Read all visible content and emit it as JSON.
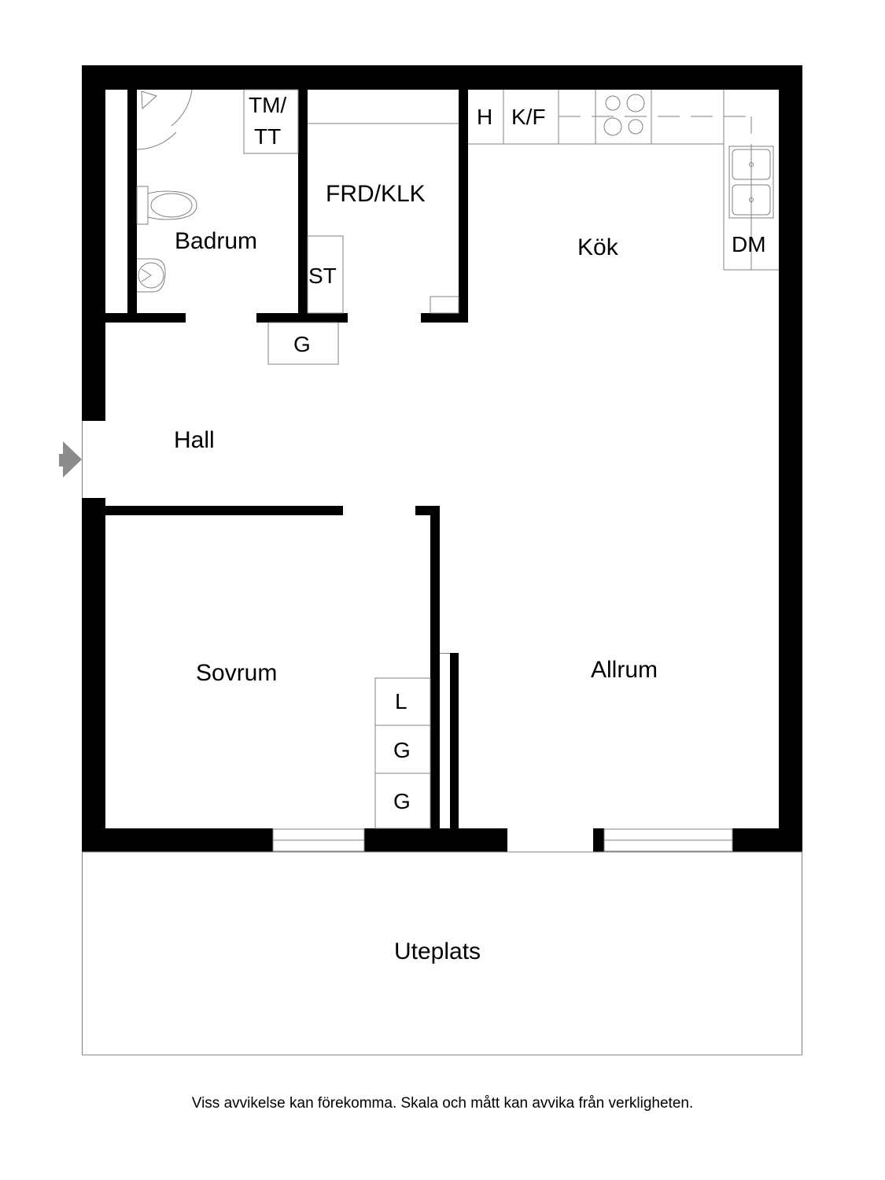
{
  "rooms": {
    "badrum": "Badrum",
    "frd_klk": "FRD/KLK",
    "kok": "Kök",
    "hall": "Hall",
    "sovrum": "Sovrum",
    "allrum": "Allrum",
    "uteplats": "Uteplats"
  },
  "fixtures": {
    "tm_tt_line1": "TM/",
    "tm_tt_line2": "TT",
    "st": "ST",
    "g_hall": "G",
    "h": "H",
    "kf": "K/F",
    "dm": "DM",
    "l": "L",
    "g_sovrum_1": "G",
    "g_sovrum_2": "G"
  },
  "entrance": {
    "icon": "entrance-arrow-icon",
    "color": "#8c8c8c"
  },
  "colors": {
    "wall": "#000000",
    "thin_line": "#808080",
    "background": "#ffffff"
  },
  "footer": {
    "disclaimer": "Viss avvikelse kan förekomma. Skala och mått kan avvika från verkligheten."
  }
}
